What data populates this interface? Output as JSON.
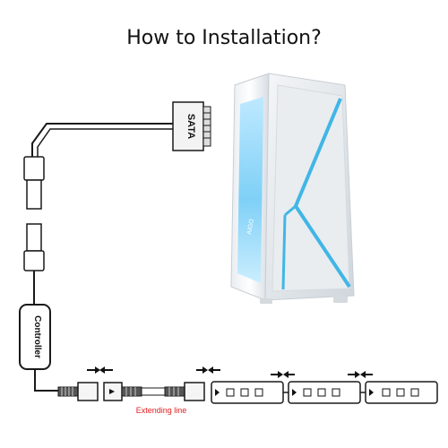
{
  "title": "How to Installation?",
  "labels": {
    "sata": "SATA",
    "controller": "Controller",
    "extending_line": "Extending line",
    "case_brand": "AIGO"
  },
  "colors": {
    "cable": "#1a1a1a",
    "connector_body": "#f2f2f2",
    "accent_blue": "#41b6e6",
    "label_red": "#e02020"
  },
  "icons": [
    "arrow-right-icon",
    "arrow-left-icon"
  ]
}
